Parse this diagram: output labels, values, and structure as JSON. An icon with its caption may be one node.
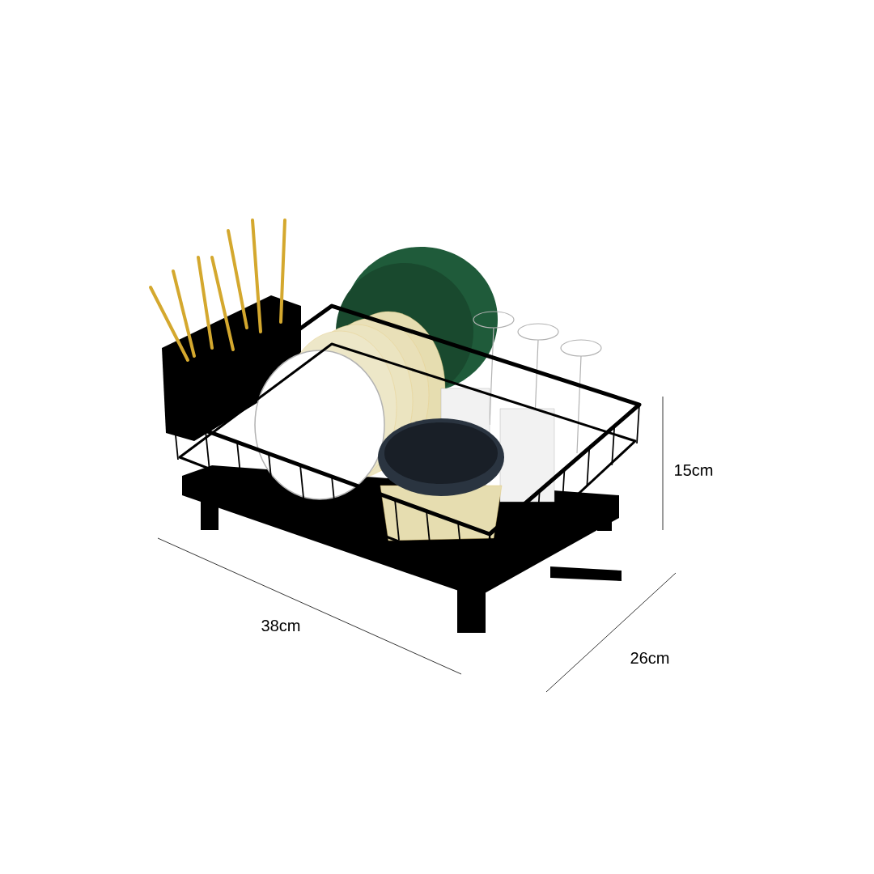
{
  "diagram": {
    "labels": [
      "15cm",
      "38cm",
      "26cm"
    ]
  }
}
